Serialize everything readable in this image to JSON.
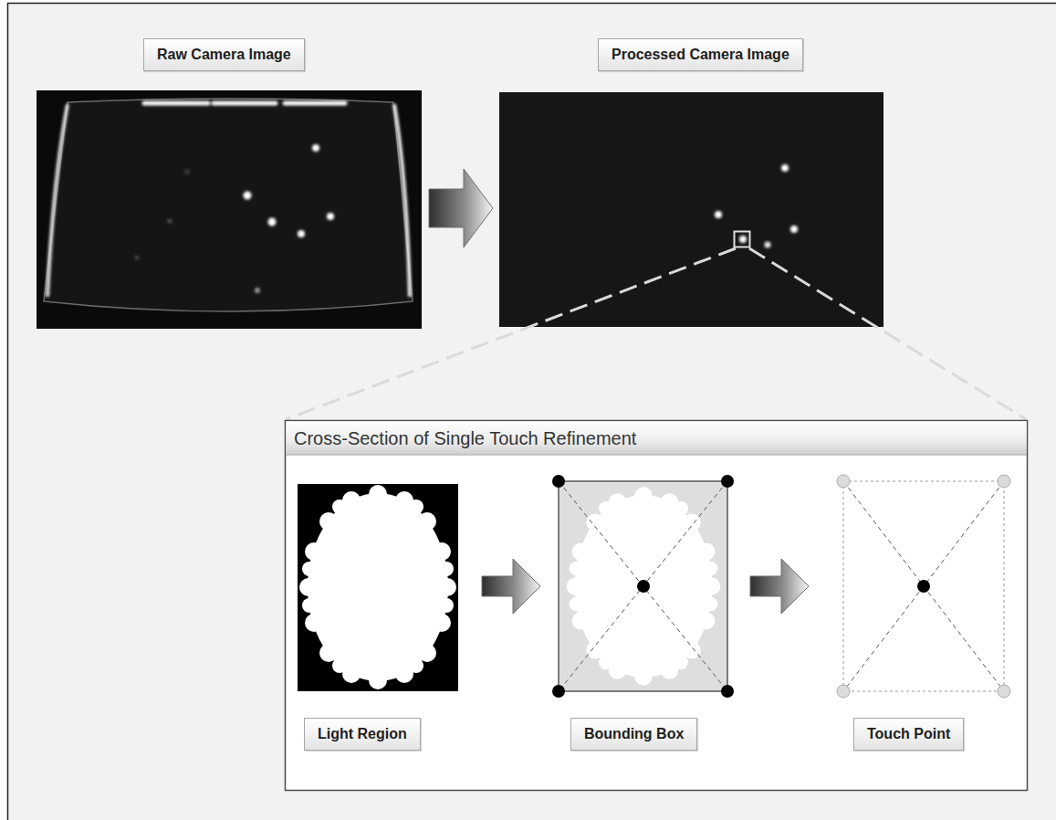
{
  "diagram": {
    "nodes": [
      {
        "text": [
          "Raw Camera Image"
        ]
      },
      {
        "text": [
          "Processed Camera Image"
        ]
      },
      {
        "text": [
          "Cross-Section of Single Touch Refinement"
        ]
      },
      {
        "text": [
          "Light Region"
        ],
        "in": 2
      },
      {
        "text": [
          "Bounding Box"
        ],
        "in": 2
      },
      {
        "text": [
          "Touch Point"
        ],
        "in": 2
      }
    ]
  }
}
